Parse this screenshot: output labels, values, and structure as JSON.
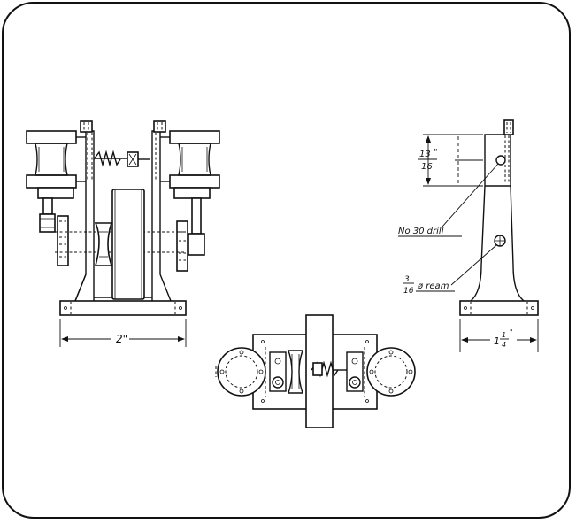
{
  "dimensions": {
    "front_width": "2\"",
    "side_width_whole": "1",
    "side_width_num": "1",
    "side_width_den": "4",
    "height_num": "13",
    "height_den": "16",
    "height_unit": "\""
  },
  "annotations": {
    "drill": "No 30 drill",
    "ream_num": "3",
    "ream_den": "16",
    "ream_text": "ø ream"
  },
  "colors": {
    "ink": "#111111",
    "paper": "#ffffff"
  }
}
